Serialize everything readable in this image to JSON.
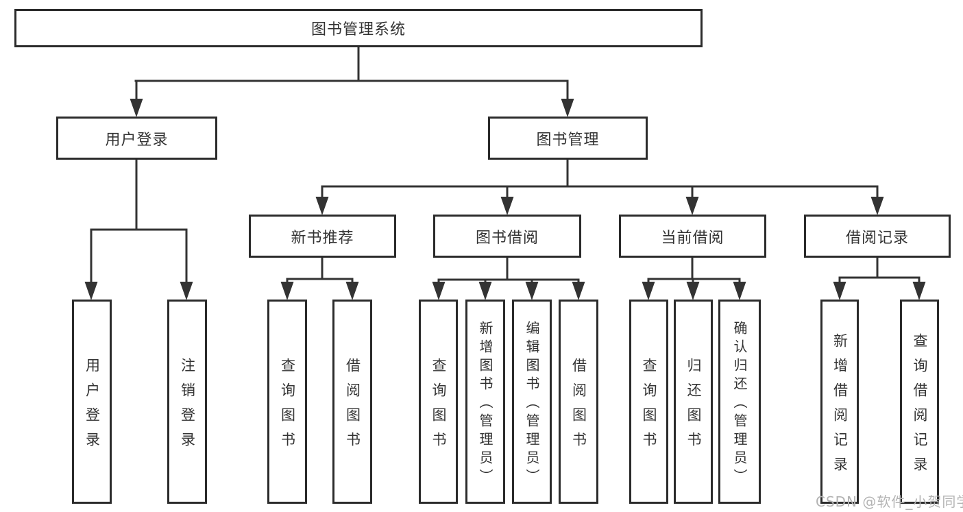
{
  "diagram": {
    "root": {
      "label": "图书管理系统"
    },
    "branches": {
      "user": {
        "label": "用户登录",
        "children": [
          {
            "label": "用户登录"
          },
          {
            "label": "注销登录"
          }
        ]
      },
      "books": {
        "label": "图书管理",
        "sections": [
          {
            "label": "新书推荐",
            "children": [
              {
                "label": "查询图书"
              },
              {
                "label": "借阅图书"
              }
            ]
          },
          {
            "label": "图书借阅",
            "children": [
              {
                "label": "查询图书"
              },
              {
                "label": "新增图书（管理员）"
              },
              {
                "label": "编辑图书（管理员）"
              },
              {
                "label": "借阅图书"
              }
            ]
          },
          {
            "label": "当前借阅",
            "children": [
              {
                "label": "查询图书"
              },
              {
                "label": "归还图书"
              },
              {
                "label": "确认归还（管理员）"
              }
            ]
          },
          {
            "label": "借阅记录",
            "children": [
              {
                "label": "新增借阅记录"
              },
              {
                "label": "查询借阅记录"
              }
            ]
          }
        ]
      }
    }
  },
  "watermark": {
    "text": "CSDN @软件_小贺同学"
  },
  "colors": {
    "line": "#333333",
    "box_border": "#2b2b2b",
    "text": "#333333",
    "watermark": "#b3b3b3",
    "background": "#ffffff"
  }
}
